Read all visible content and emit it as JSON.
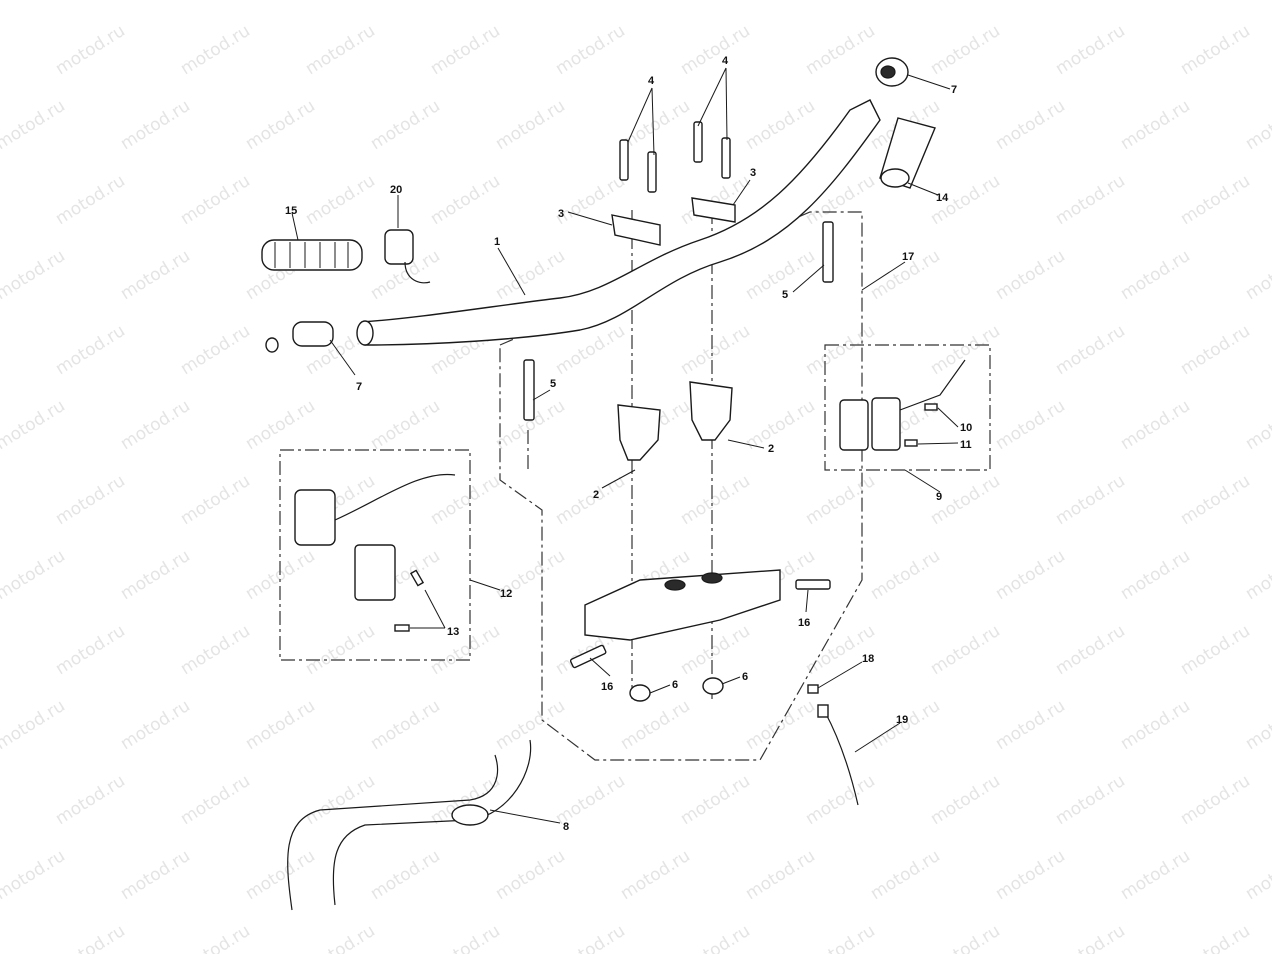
{
  "watermark": "motod.ru",
  "callouts": [
    {
      "id": "c1",
      "text": "1"
    },
    {
      "id": "c2a",
      "text": "2"
    },
    {
      "id": "c2b",
      "text": "2"
    },
    {
      "id": "c3a",
      "text": "3"
    },
    {
      "id": "c3b",
      "text": "3"
    },
    {
      "id": "c4a",
      "text": "4"
    },
    {
      "id": "c4b",
      "text": "4"
    },
    {
      "id": "c5a",
      "text": "5"
    },
    {
      "id": "c5b",
      "text": "5"
    },
    {
      "id": "c6a",
      "text": "6"
    },
    {
      "id": "c6b",
      "text": "6"
    },
    {
      "id": "c7a",
      "text": "7"
    },
    {
      "id": "c7b",
      "text": "7"
    },
    {
      "id": "c8",
      "text": "8"
    },
    {
      "id": "c9",
      "text": "9"
    },
    {
      "id": "c10",
      "text": "10"
    },
    {
      "id": "c11",
      "text": "11"
    },
    {
      "id": "c12",
      "text": "12"
    },
    {
      "id": "c13",
      "text": "13"
    },
    {
      "id": "c14",
      "text": "14"
    },
    {
      "id": "c15",
      "text": "15"
    },
    {
      "id": "c16a",
      "text": "16"
    },
    {
      "id": "c16b",
      "text": "16"
    },
    {
      "id": "c17",
      "text": "17"
    },
    {
      "id": "c18",
      "text": "18"
    },
    {
      "id": "c19",
      "text": "19"
    },
    {
      "id": "c20",
      "text": "20"
    }
  ]
}
